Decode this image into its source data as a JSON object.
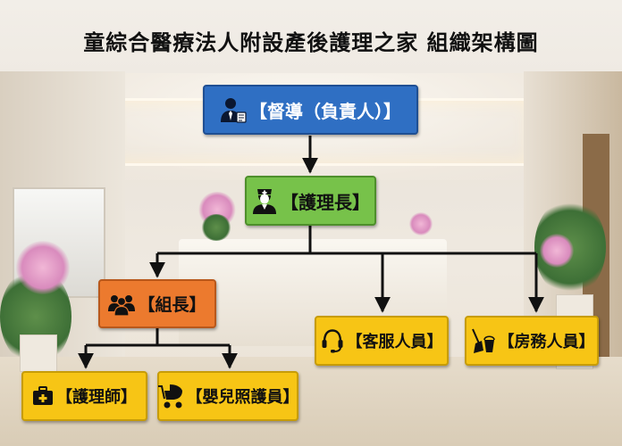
{
  "title": "童綜合醫療法人附設產後護理之家 組織架構圖",
  "nodes": {
    "supervisor": {
      "label": "【督導（負責人）】",
      "icon": "person-tie-icon"
    },
    "head_nurse": {
      "label": "【護理長】",
      "icon": "nurse-icon"
    },
    "team_leader": {
      "label": "【組長】",
      "icon": "group-icon"
    },
    "customer_service": {
      "label": "【客服人員】",
      "icon": "headset-icon"
    },
    "housekeeping": {
      "label": "【房務人員】",
      "icon": "broom-bucket-icon"
    },
    "nurse": {
      "label": "【護理師】",
      "icon": "medical-kit-icon"
    },
    "infant_caregiver": {
      "label": "【嬰兒照護員】",
      "icon": "baby-stroller-icon"
    }
  },
  "colors": {
    "supervisor": "#2f6fc3",
    "head_nurse": "#77c24a",
    "team_leader": "#ec7a2e",
    "staff": "#f7c515",
    "connector": "#111111"
  }
}
